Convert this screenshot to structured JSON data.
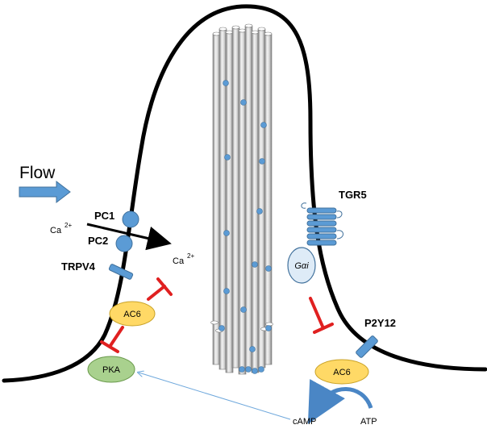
{
  "labels": {
    "flow": "Flow",
    "pc1": "PC1",
    "pc2": "PC2",
    "trpv4": "TRPV4",
    "ca_left": "Ca",
    "ca_left_sup": "2+",
    "ca_right": "Ca",
    "ca_right_sup": "2+",
    "ac6_left": "AC6",
    "pka": "PKA",
    "tgr5": "TGR5",
    "gai": "Gαi",
    "p2y12": "P2Y12",
    "ac6_right": "AC6",
    "camp": "cAMP",
    "atp": "ATP"
  },
  "colors": {
    "membrane": "#000000",
    "receptor_blue": "#5b9bd5",
    "receptor_stroke": "#41719c",
    "ac6_fill": "#ffd966",
    "pka_fill": "#a9d18e",
    "gai_fill": "#deebf7",
    "inhibit": "#e02020",
    "tubule_light": "#e0e0e0",
    "tubule_dark": "#8f8f8f",
    "arrow_thin": "#6fa8dc"
  }
}
